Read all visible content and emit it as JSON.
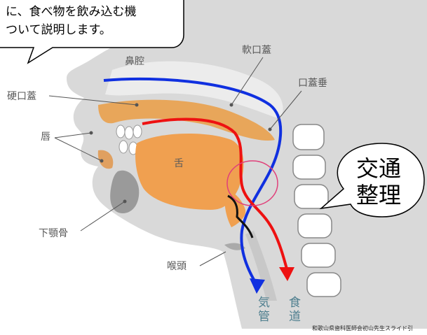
{
  "callout": {
    "line1": "に、食べ物を飲み込む機",
    "line2": "ついて説明します。"
  },
  "labels": {
    "nasal_cavity": "鼻腔",
    "soft_palate": "軟口蓋",
    "hard_palate": "硬口蓋",
    "uvula": "口蓋垂",
    "lips": "唇",
    "tongue": "舌",
    "mandible": "下顎骨",
    "larynx": "喉頭",
    "trachea_1": "気",
    "trachea_2": "管",
    "esophagus_1": "食",
    "esophagus_2": "道"
  },
  "bubble": {
    "line1": "交通",
    "line2": "整理"
  },
  "credit": "和歌山県歯科医師会初山先生スライド引",
  "colors": {
    "skin": "#d9d9d9",
    "bone": "#e8a65a",
    "tongue": "#f0a050",
    "air_path": "#1030e0",
    "food_path": "#ee1111",
    "circle": "#e0407a"
  }
}
